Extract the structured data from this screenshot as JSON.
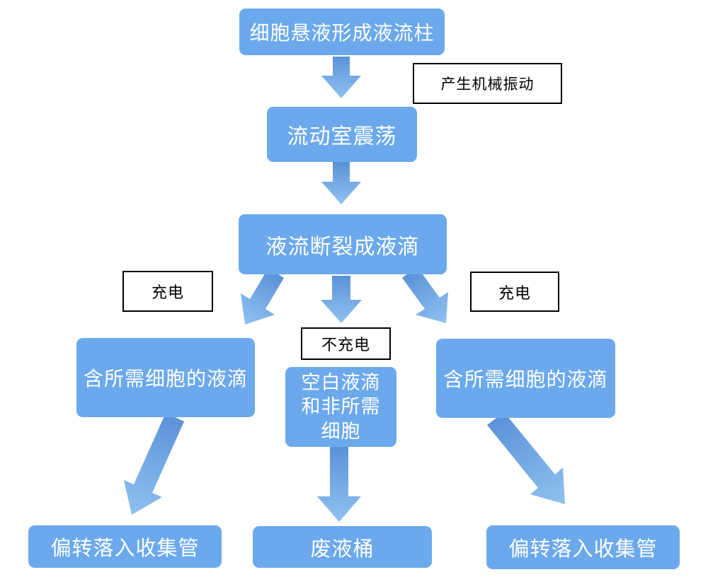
{
  "colors": {
    "page_bg": "#ffffff",
    "node_fill": "#6CA9EC",
    "node_text": "#ffffff",
    "arrow_start": "#5B92D8",
    "arrow_end": "#8FC2F0",
    "label_bg": "#ffffff",
    "label_border": "#000000",
    "label_text": "#000000"
  },
  "diagram": {
    "nodes": {
      "stream": {
        "label": "细胞悬液形成液流柱"
      },
      "chamber": {
        "label": "流动室震荡"
      },
      "breakup": {
        "label": "液流断裂成液滴"
      },
      "left_droplet": {
        "label": "含所需细胞的液滴"
      },
      "center_droplet": {
        "label": "空白液滴\n和非所需\n细胞"
      },
      "right_droplet": {
        "label": "含所需细胞的液滴"
      },
      "left_collect": {
        "label": "偏转落入收集管"
      },
      "waste": {
        "label": "废液桶"
      },
      "right_collect": {
        "label": "偏转落入收集管"
      }
    },
    "annotations": {
      "vibration": {
        "label": "产生机械振动"
      },
      "charge_left": {
        "label": "充电"
      },
      "no_charge": {
        "label": "不充电"
      },
      "charge_right": {
        "label": "充电"
      }
    },
    "edges": [
      {
        "from": "stream",
        "to": "chamber"
      },
      {
        "from": "chamber",
        "to": "breakup"
      },
      {
        "from": "breakup",
        "to": "left_droplet"
      },
      {
        "from": "breakup",
        "to": "center_droplet"
      },
      {
        "from": "breakup",
        "to": "right_droplet"
      },
      {
        "from": "left_droplet",
        "to": "left_collect"
      },
      {
        "from": "center_droplet",
        "to": "waste"
      },
      {
        "from": "right_droplet",
        "to": "right_collect"
      }
    ]
  }
}
